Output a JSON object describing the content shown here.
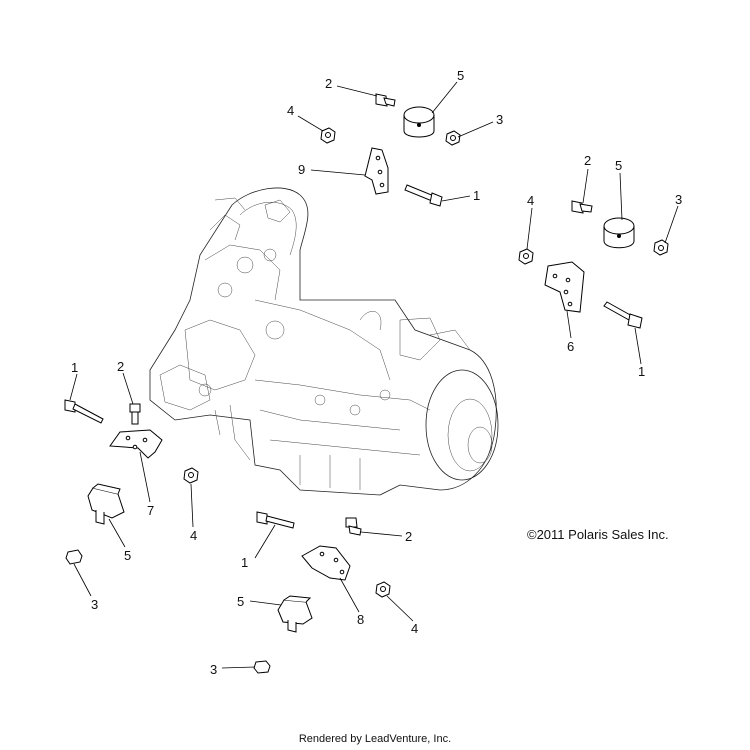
{
  "copyright": "©2011 Polaris Sales Inc.",
  "rendered_by": "Rendered by LeadVenture, Inc.",
  "callouts": {
    "c1": "2",
    "c2": "5",
    "c3": "4",
    "c4": "3",
    "c5": "9",
    "c6": "1",
    "c7": "2",
    "c8": "5",
    "c9": "4",
    "c10": "3",
    "c11": "6",
    "c12": "1",
    "c13": "1",
    "c14": "2",
    "c15": "7",
    "c16": "5",
    "c17": "4",
    "c18": "3",
    "c19": "1",
    "c20": "2",
    "c21": "8",
    "c22": "4",
    "c23": "5",
    "c24": "3"
  }
}
